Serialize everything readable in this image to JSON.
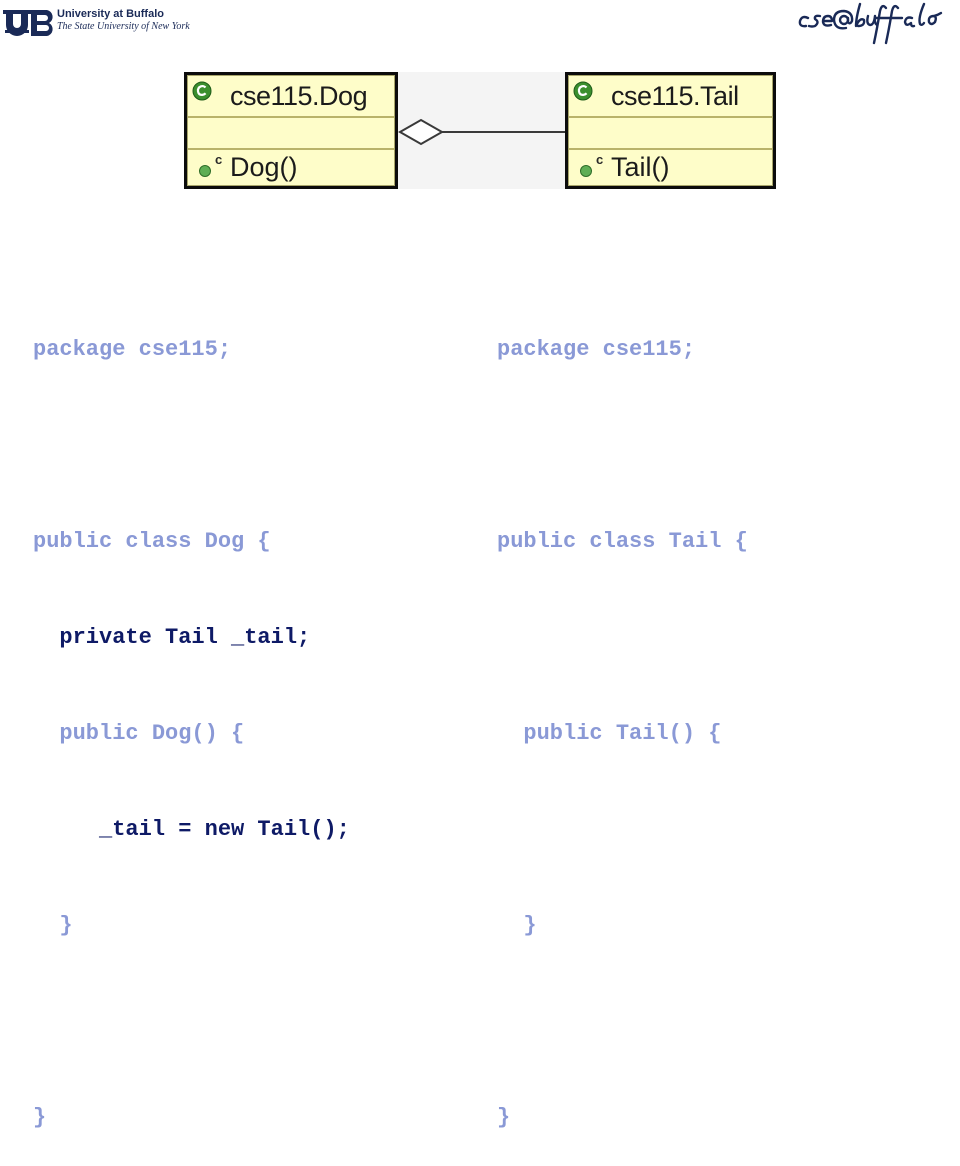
{
  "header": {
    "university_name": "University at Buffalo",
    "university_subtitle": "The State University of New York",
    "ub_logo_icon": "ub-monogram-icon",
    "cse_logo_icon": "cse-at-buffalo-logo-icon",
    "brand_color": "#1a2a57"
  },
  "uml": {
    "classes": [
      {
        "name": "cse115.Dog",
        "constructor": "Dog()",
        "ctor_marker": "c"
      },
      {
        "name": "cse115.Tail",
        "constructor": "Tail()",
        "ctor_marker": "c"
      }
    ],
    "relationship": "composition-association",
    "fill_color": "#fefdc9",
    "icon_color": "#3b8f2e"
  },
  "code": {
    "colors": {
      "faded": "#8a99d6",
      "highlight": "#0e1a66"
    },
    "left": [
      {
        "text": "package cse115;",
        "style": "faded"
      },
      {
        "text": "",
        "style": "faded"
      },
      {
        "text": "public class Dog {",
        "style": "faded"
      },
      {
        "text": "  private Tail _tail;",
        "style": "highlight"
      },
      {
        "text": "  public Dog() {",
        "style": "faded"
      },
      {
        "text": "     _tail = new Tail();",
        "style": "highlight"
      },
      {
        "text": "  }",
        "style": "faded"
      },
      {
        "text": "",
        "style": "faded"
      },
      {
        "text": "}",
        "style": "faded"
      }
    ],
    "right": [
      {
        "text": "package cse115;",
        "style": "faded"
      },
      {
        "text": "",
        "style": "faded"
      },
      {
        "text": "public class Tail {",
        "style": "faded"
      },
      {
        "text": "",
        "style": "faded"
      },
      {
        "text": "  public Tail() {",
        "style": "faded"
      },
      {
        "text": "",
        "style": "faded"
      },
      {
        "text": "  }",
        "style": "faded"
      },
      {
        "text": "",
        "style": "faded"
      },
      {
        "text": "}",
        "style": "faded"
      }
    ]
  }
}
